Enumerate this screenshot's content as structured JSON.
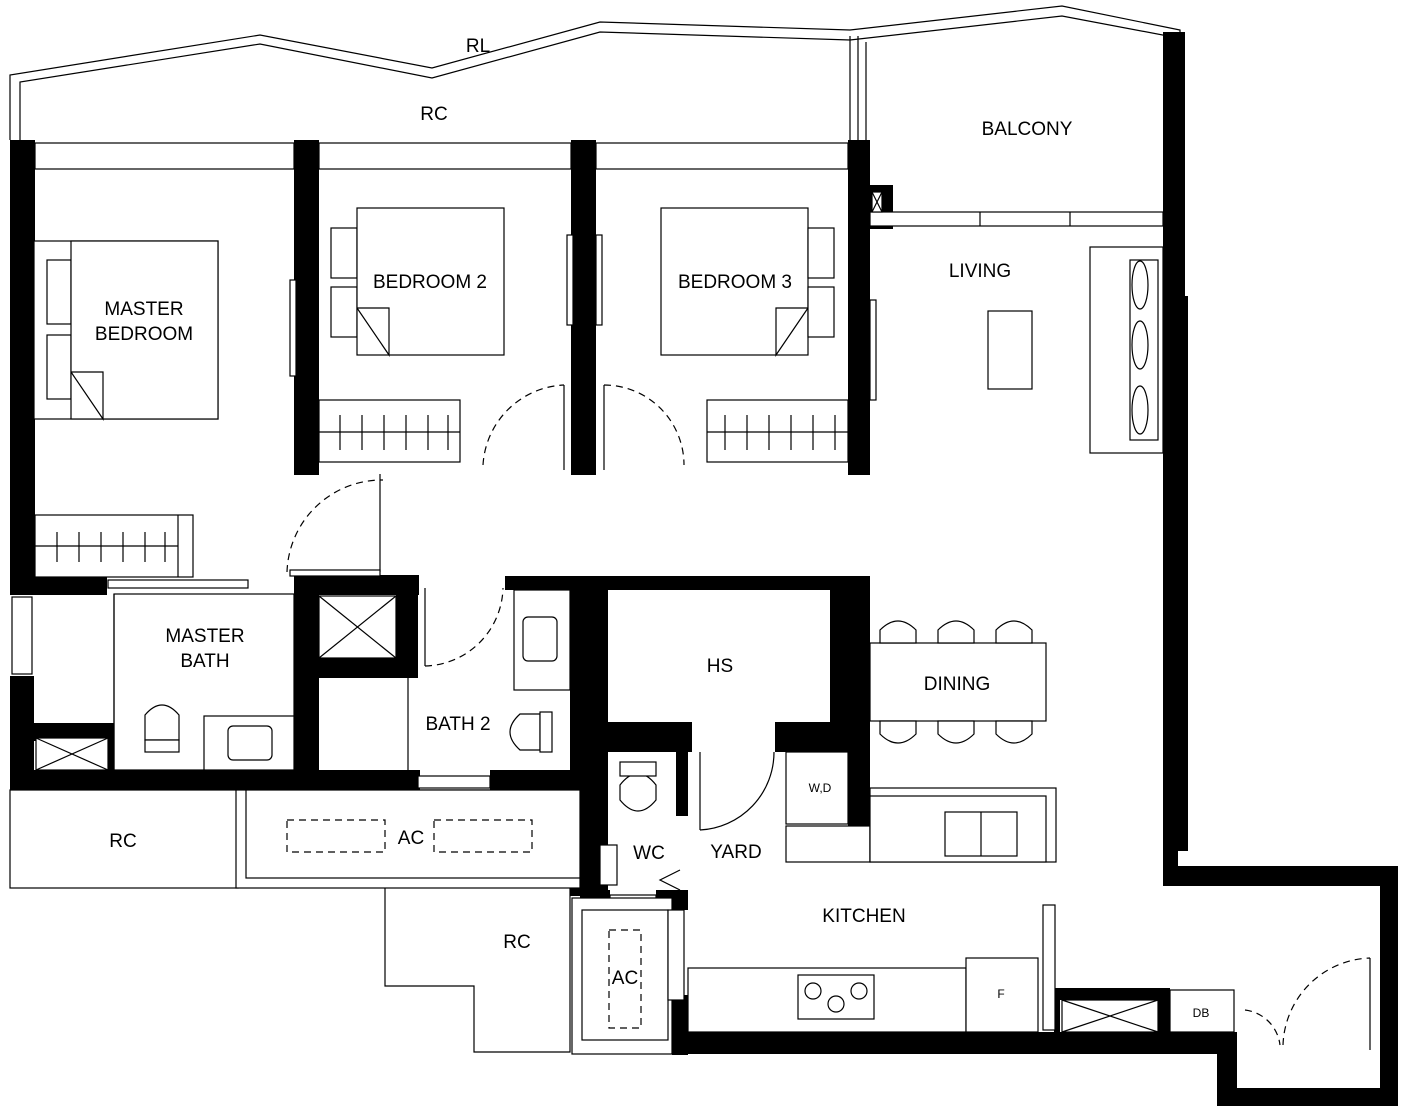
{
  "labels": {
    "rl": "RL",
    "rc_top": "RC",
    "balcony": "BALCONY",
    "living": "LIVING",
    "master_bedroom_1": "MASTER",
    "master_bedroom_2": "BEDROOM",
    "bedroom2": "BEDROOM 2",
    "bedroom3": "BEDROOM 3",
    "master_bath_1": "MASTER",
    "master_bath_2": "BATH",
    "hs": "HS",
    "dining": "DINING",
    "bath2": "BATH 2",
    "wd": "W,D",
    "rc_left": "RC",
    "ac_left": "AC",
    "wc": "WC",
    "yard": "YARD",
    "kitchen": "KITCHEN",
    "rc_bottom": "RC",
    "ac_bottom": "AC",
    "fridge": "F",
    "db": "DB"
  }
}
